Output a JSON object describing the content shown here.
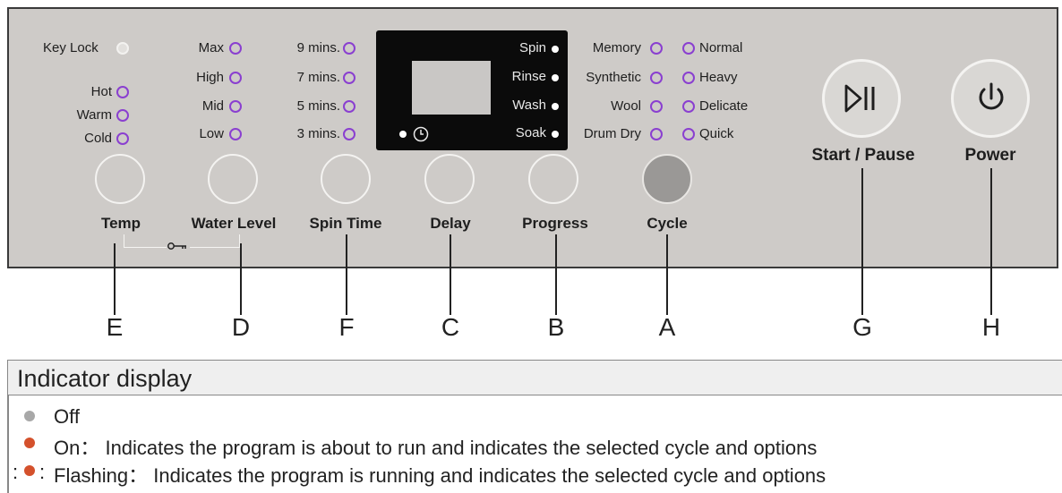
{
  "panel": {
    "key_lock": "Key Lock",
    "temp_options": [
      "Hot",
      "Warm",
      "Cold"
    ],
    "water_options": [
      "Max",
      "High",
      "Mid",
      "Low"
    ],
    "spin_options": [
      "9 mins.",
      "7 mins.",
      "5 mins.",
      "3 mins."
    ],
    "display_stages": [
      "Spin",
      "Rinse",
      "Wash",
      "Soak"
    ],
    "cycle_left": [
      "Memory",
      "Synthetic",
      "Wool",
      "Drum Dry"
    ],
    "cycle_right": [
      "Normal",
      "Heavy",
      "Delicate",
      "Quick"
    ],
    "controls": {
      "temp": "Temp",
      "water_level": "Water Level",
      "spin_time": "Spin Time",
      "delay": "Delay",
      "progress": "Progress",
      "cycle": "Cycle",
      "start_pause": "Start / Pause",
      "power": "Power"
    }
  },
  "callouts": [
    "E",
    "D",
    "F",
    "C",
    "B",
    "A",
    "G",
    "H"
  ],
  "indicator": {
    "title": "Indicator display",
    "off": "Off",
    "on": "On： Indicates the program is about to run and indicates the selected cycle and options",
    "flashing": "Flashing： Indicates the program is running and indicates the selected cycle and options"
  },
  "colors": {
    "panel": "#cecbc8",
    "ring": "#8a3fd0",
    "off_dot": "#a8a8a8",
    "on_dot": "#d4512c"
  },
  "icons": [
    "key-icon",
    "clock-icon",
    "play-pause-icon",
    "power-icon"
  ]
}
